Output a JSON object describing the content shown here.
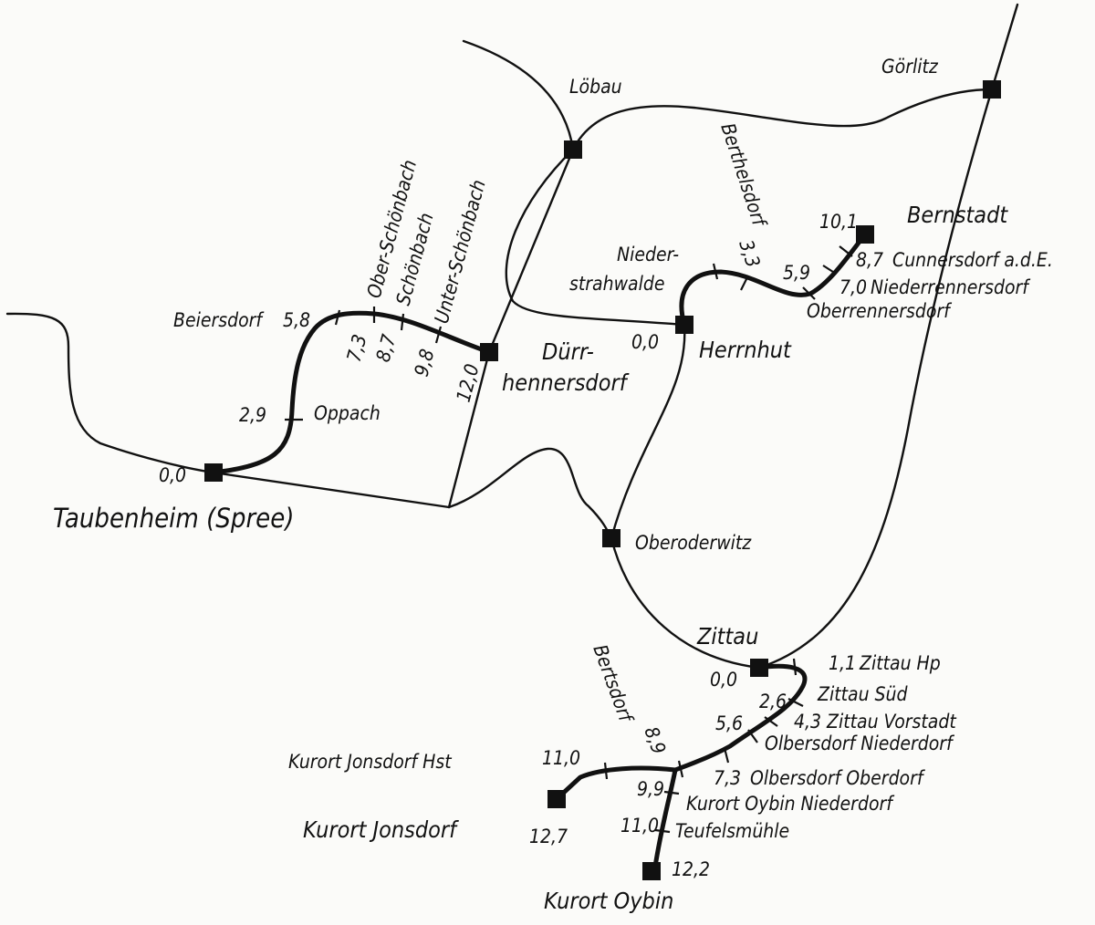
{
  "stations": {
    "taubenheim": "Taubenheim (Spree)",
    "oppach": "Oppach",
    "beiersdorf": "Beiersdorf",
    "ober_schoenbach": "Ober-Schönbach",
    "schoenbach": "Schönbach",
    "unter_schoenbach": "Unter-Schönbach",
    "duerrhennersdorf_1": "Dürr-",
    "duerrhennersdorf_2": "hennersdorf",
    "loebau": "Löbau",
    "goerlitz": "Görlitz",
    "bernstadt": "Bernstadt",
    "berthelsdorf": "Berthelsdorf",
    "niederstrahwalde_1": "Nieder-",
    "niederstrahwalde_2": "strahwalde",
    "herrnhut": "Herrnhut",
    "cunnersdorf": "Cunnersdorf a.d.E.",
    "niederrennersdorf": "Niederrennersdorf",
    "oberrennersdorf": "Oberrennersdorf",
    "oberoderwitz": "Oberoderwitz",
    "zittau": "Zittau",
    "zittau_hp": "Zittau Hp",
    "zittau_sued": "Zittau Süd",
    "zittau_vorstadt": "Zittau Vorstadt",
    "olbersdorf_niederdorf": "Olbersdorf Niederdorf",
    "olbersdorf_oberdorf": "Olbersdorf Oberdorf",
    "bertsdorf": "Bertsdorf",
    "kurort_jonsdorf_hst": "Kurort Jonsdorf Hst",
    "kurort_jonsdorf": "Kurort Jonsdorf",
    "kurort_oybin_niederdorf": "Kurort Oybin Niederdorf",
    "teufelsmuehle": "Teufelsmühle",
    "kurort_oybin": "Kurort Oybin"
  },
  "km": {
    "taubenheim": "0,0",
    "oppach": "2,9",
    "beiersdorf": "5,8",
    "ober_schoenbach": "7,3",
    "schoenbach": "8,7",
    "unter_schoenbach": "9,8",
    "duerrhennersdorf": "12,0",
    "herrnhut": "0,0",
    "berthelsdorf": "3,3",
    "oberrennersdorf": "5,9",
    "niederrennersdorf": "7,0",
    "cunnersdorf": "8,7",
    "bernstadt": "10,1",
    "zittau": "0,0",
    "zittau_hp": "1,1",
    "zittau_sued": "2,6",
    "zittau_vorstadt": "4,3",
    "olbersdorf_niederdorf": "5,6",
    "olbersdorf_oberdorf": "7,3",
    "bertsdorf": "8,9",
    "kurort_oybin_niederdorf": "9,9",
    "teufelsmuehle": "11,0",
    "kurort_oybin": "12,2",
    "kurort_jonsdorf_hst": "11,0",
    "kurort_jonsdorf": "12,7"
  }
}
